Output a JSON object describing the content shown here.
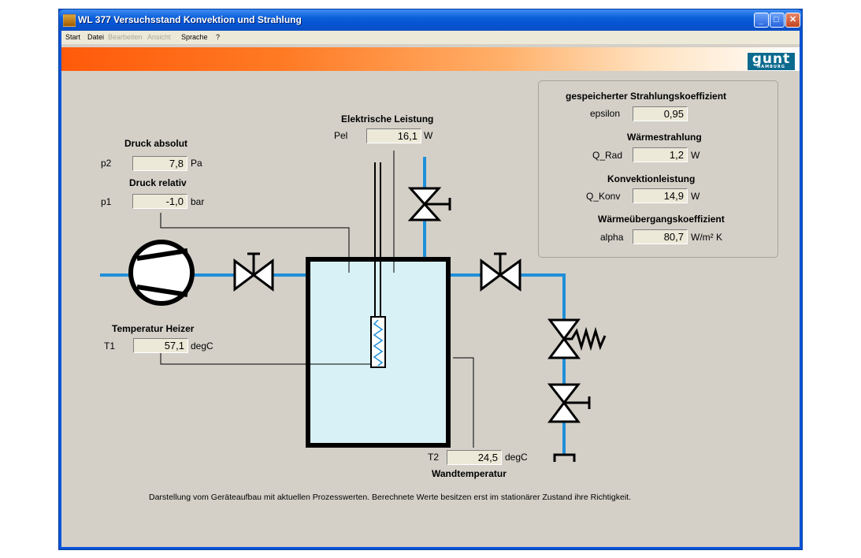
{
  "window": {
    "title": "WL 377 Versuchsstand Konvektion und Strahlung",
    "minimize_glyph": "_",
    "maximize_glyph": "□",
    "close_glyph": "✕"
  },
  "menu": [
    "Start",
    "Datei",
    "Bearbeiten",
    "Ansicht",
    "Sprache",
    "?"
  ],
  "logo": {
    "text": "gunt",
    "sub": "HAMBURG"
  },
  "colors": {
    "pipe": "#1f8fd8",
    "banner": "#ff5a0a",
    "tank_fill": "#d8f1f7"
  },
  "druck_absolut": {
    "heading": "Druck absolut",
    "label": "p2",
    "value": "7,8",
    "unit": "Pa"
  },
  "druck_relativ": {
    "heading": "Druck relativ",
    "label": "p1",
    "value": "-1,0",
    "unit": "bar"
  },
  "elektrische_leistung": {
    "heading": "Elektrische Leistung",
    "label": "Pel",
    "value": "16,1",
    "unit": "W"
  },
  "temperatur_heizer": {
    "heading": "Temperatur Heizer",
    "label": "T1",
    "value": "57,1",
    "unit": "degC"
  },
  "wandtemperatur": {
    "heading": "Wandtemperatur",
    "label": "T2",
    "value": "24,5",
    "unit": "degC"
  },
  "results": {
    "strahlungskoeffizient": {
      "heading": "gespeicherter Strahlungskoeffizient",
      "label": "epsilon",
      "value": "0,95"
    },
    "waermestrahlung": {
      "heading": "Wärmestrahlung",
      "label": "Q_Rad",
      "value": "1,2",
      "unit": "W"
    },
    "konvektionleistung": {
      "heading": "Konvektionleistung",
      "label": "Q_Konv",
      "value": "14,9",
      "unit": "W"
    },
    "waermeuebergang": {
      "heading": "Wärmeübergangskoeffizient",
      "label": "alpha",
      "value": "80,7",
      "unit": "W/m² K"
    }
  },
  "footer": "Darstellung vom Geräteaufbau mit aktuellen Prozesswerten. Berechnete Werte besitzen erst im stationärer Zustand ihre Richtigkeit."
}
